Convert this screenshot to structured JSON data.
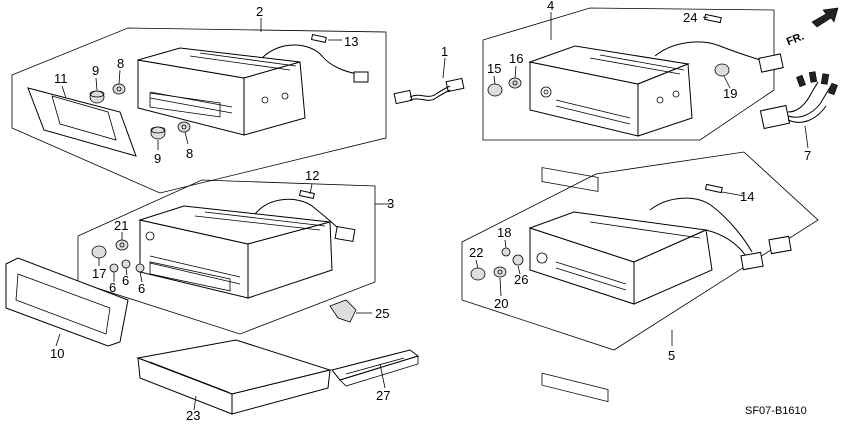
{
  "diagram": {
    "reference_code": "SF07-B1610",
    "direction_label": "FR.",
    "callouts": {
      "c1": "1",
      "c2": "2",
      "c3": "3",
      "c4": "4",
      "c5": "5",
      "c6a": "6",
      "c6b": "6",
      "c6c": "6",
      "c7": "7",
      "c8a": "8",
      "c8b": "8",
      "c9a": "9",
      "c9b": "9",
      "c10": "10",
      "c11": "11",
      "c12": "12",
      "c13": "13",
      "c14": "14",
      "c15": "15",
      "c16": "16",
      "c17": "17",
      "c18": "18",
      "c19": "19",
      "c20": "20",
      "c21": "21",
      "c22": "22",
      "c23": "23",
      "c24": "24",
      "c25": "25",
      "c26": "26",
      "c27": "27"
    }
  }
}
